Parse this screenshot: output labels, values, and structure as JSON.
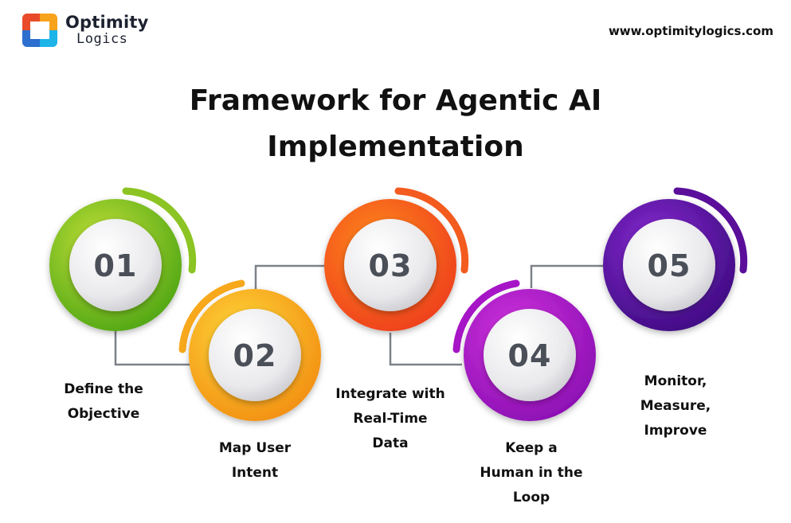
{
  "brand": {
    "name_line1": "Optimity",
    "name_line2": "Logics",
    "website": "www.optimitylogics.com"
  },
  "title": {
    "line1": "Framework for Agentic AI",
    "line2": "Implementation"
  },
  "steps": [
    {
      "number": "01",
      "label_lines": [
        "Define the",
        "Objective"
      ],
      "color": "#6cbf22"
    },
    {
      "number": "02",
      "label_lines": [
        "Map User",
        "Intent"
      ],
      "color": "#f6a313"
    },
    {
      "number": "03",
      "label_lines": [
        "Integrate with",
        "Real-Time",
        "Data"
      ],
      "color": "#f35b1f"
    },
    {
      "number": "04",
      "label_lines": [
        "Keep a",
        "Human in the",
        "Loop"
      ],
      "color": "#a615c6"
    },
    {
      "number": "05",
      "label_lines": [
        "Monitor,",
        "Measure,",
        "Improve"
      ],
      "color": "#5a0e9a"
    }
  ]
}
